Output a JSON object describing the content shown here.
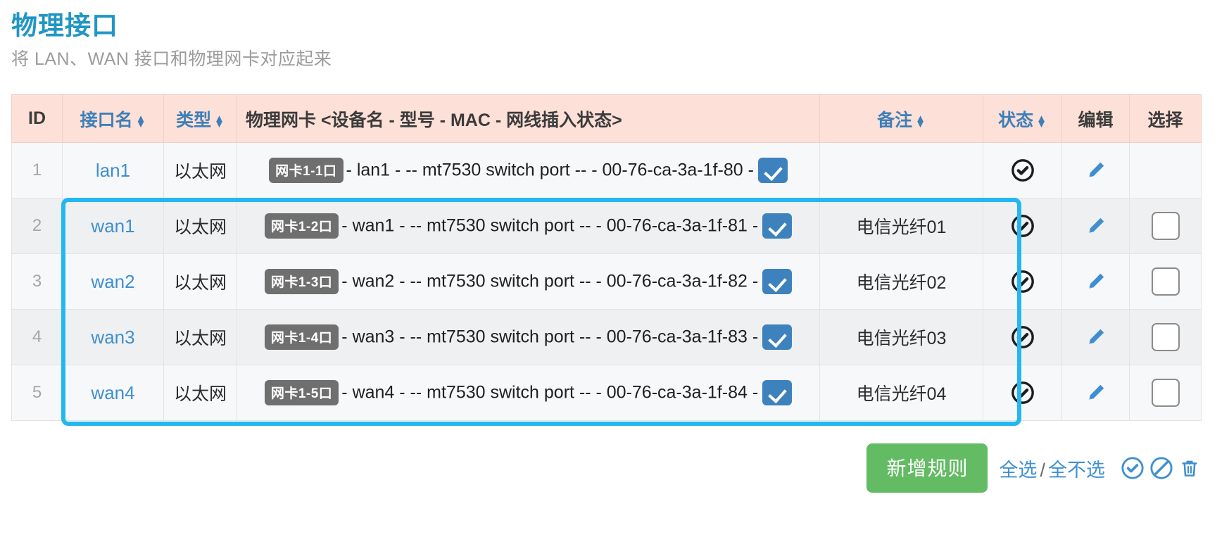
{
  "header": {
    "title": "物理接口",
    "subtitle": "将 LAN、WAN 接口和物理网卡对应起来"
  },
  "table": {
    "columns": [
      {
        "key": "id",
        "label": "ID",
        "sortable": false
      },
      {
        "key": "name",
        "label": "接口名",
        "sortable": true
      },
      {
        "key": "type",
        "label": "类型",
        "sortable": true
      },
      {
        "key": "nic",
        "label": "物理网卡 <设备名 - 型号 - MAC - 网线插入状态>",
        "sortable": false
      },
      {
        "key": "note",
        "label": "备注",
        "sortable": true
      },
      {
        "key": "state",
        "label": "状态",
        "sortable": true
      },
      {
        "key": "edit",
        "label": "编辑",
        "sortable": false
      },
      {
        "key": "sel",
        "label": "选择",
        "sortable": false
      }
    ],
    "rows": [
      {
        "id": "1",
        "name": "lan1",
        "type": "以太网",
        "nic_badge": "网卡1-1口",
        "nic_text": "- lan1 - -- mt7530 switch port -- - 00-76-ca-3a-1f-80 -",
        "nic_link_state": "checked",
        "note": "",
        "state_icon": "check-circle-icon",
        "edit_icon": "pencil-icon",
        "selected": false,
        "has_select_box": false
      },
      {
        "id": "2",
        "name": "wan1",
        "type": "以太网",
        "nic_badge": "网卡1-2口",
        "nic_text": "- wan1 - -- mt7530 switch port -- - 00-76-ca-3a-1f-81 -",
        "nic_link_state": "checked",
        "note": "电信光纤01",
        "state_icon": "check-circle-icon",
        "edit_icon": "pencil-icon",
        "selected": false,
        "has_select_box": true
      },
      {
        "id": "3",
        "name": "wan2",
        "type": "以太网",
        "nic_badge": "网卡1-3口",
        "nic_text": "- wan2 - -- mt7530 switch port -- - 00-76-ca-3a-1f-82 -",
        "nic_link_state": "checked",
        "note": "电信光纤02",
        "state_icon": "check-circle-icon",
        "edit_icon": "pencil-icon",
        "selected": false,
        "has_select_box": true
      },
      {
        "id": "4",
        "name": "wan3",
        "type": "以太网",
        "nic_badge": "网卡1-4口",
        "nic_text": "- wan3 - -- mt7530 switch port -- - 00-76-ca-3a-1f-83 -",
        "nic_link_state": "checked",
        "note": "电信光纤03",
        "state_icon": "check-circle-icon",
        "edit_icon": "pencil-icon",
        "selected": false,
        "has_select_box": true
      },
      {
        "id": "5",
        "name": "wan4",
        "type": "以太网",
        "nic_badge": "网卡1-5口",
        "nic_text": "- wan4 - -- mt7530 switch port -- - 00-76-ca-3a-1f-84 -",
        "nic_link_state": "checked",
        "note": "电信光纤04",
        "state_icon": "check-circle-icon",
        "edit_icon": "pencil-icon",
        "selected": false,
        "has_select_box": true
      }
    ]
  },
  "highlight": {
    "color": "#23b7f0",
    "covers_rows": [
      "2",
      "3",
      "4",
      "5"
    ],
    "covers_columns": [
      "接口名",
      "类型",
      "物理网卡",
      "备注"
    ]
  },
  "footer": {
    "add_button": "新增规则",
    "select_all": "全选",
    "separator": "/",
    "select_none": "全不选",
    "icons": [
      "enable-check-circle-icon",
      "disable-ban-icon",
      "delete-trash-icon"
    ]
  },
  "colors": {
    "title": "#2196c4",
    "header_bg": "#fde0d7",
    "link": "#3f8fd0",
    "highlight": "#23b7f0",
    "add_button": "#63bb63",
    "badge_bg": "#6f6f6f",
    "link_checkbox": "#3d82bd"
  }
}
